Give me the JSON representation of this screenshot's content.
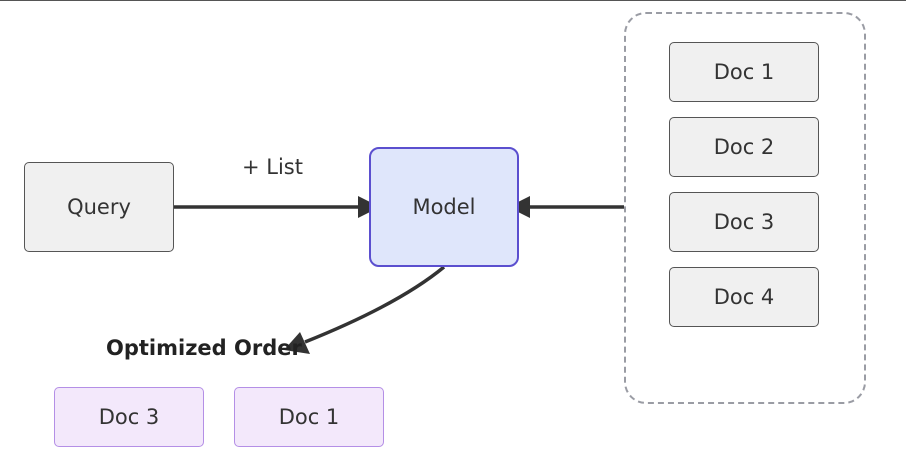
{
  "diagram": {
    "query": "Query",
    "model": "Model",
    "edge_label": "+ List",
    "output_label": "Optimized Order",
    "documents": [
      "Doc 1",
      "Doc 2",
      "Doc 3",
      "Doc 4"
    ],
    "optimized": [
      "Doc 3",
      "Doc 1"
    ]
  },
  "colors": {
    "node_fill": "#f0f0f0",
    "node_border": "#555555",
    "model_fill": "#dfe6fb",
    "model_border": "#5b4fcf",
    "result_fill": "#f3e8fb",
    "result_border": "#b48fe6",
    "container_border": "#9a9ca4",
    "edge": "#333333"
  }
}
